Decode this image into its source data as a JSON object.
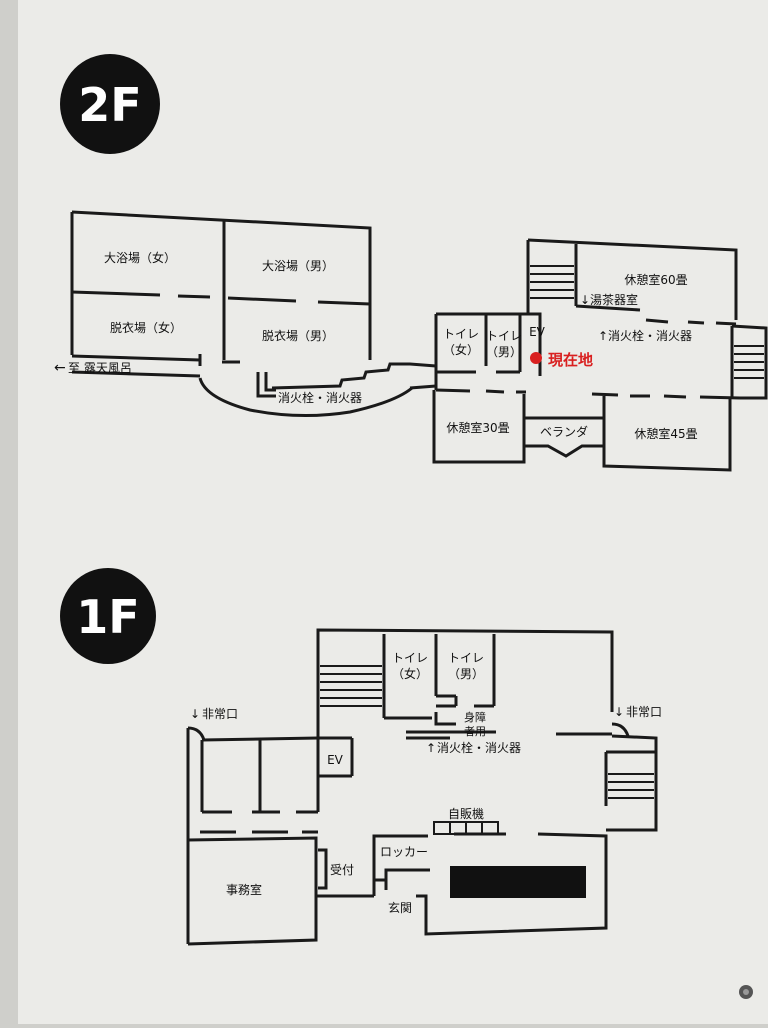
{
  "floors": {
    "second": {
      "badge": "2F",
      "rooms": {
        "bath_women": "大浴場（女）",
        "bath_men": "大浴場（男）",
        "dressing_women": "脱衣場（女）",
        "dressing_men": "脱衣場（男）",
        "toilet_women": [
          "トイレ",
          "（女）"
        ],
        "toilet_men": [
          "トイレ",
          "（男）"
        ],
        "elevator": "EV",
        "lounge_60": "休憩室60畳",
        "tea_room": "湯茶器室",
        "lounge_30": "休憩室30畳",
        "veranda": "ベランダ",
        "lounge_45": "休憩室45畳"
      },
      "labels": {
        "open_air_bath": "至 露天風呂",
        "hydrant_left": "消火栓・消火器",
        "hydrant_right": "消火栓・消火器",
        "current_location": "現在地"
      },
      "current_location_color": "#d92020"
    },
    "first": {
      "badge": "1F",
      "rooms": {
        "toilet_women": [
          "トイレ",
          "（女）"
        ],
        "toilet_men": [
          "トイレ",
          "（男）"
        ],
        "accessible": [
          "身障",
          "者用"
        ],
        "elevator": "EV",
        "office": "事務室",
        "reception": "受付",
        "locker": "ロッカー",
        "entrance": "玄関",
        "vending": "自販機"
      },
      "labels": {
        "emergency_exit_left": "非常口",
        "emergency_exit_right": "非常口",
        "hydrant": "消火栓・消火器"
      }
    }
  },
  "colors": {
    "wall": "#1a1a1a",
    "board": "#ebebe8",
    "badge": "#111111"
  }
}
